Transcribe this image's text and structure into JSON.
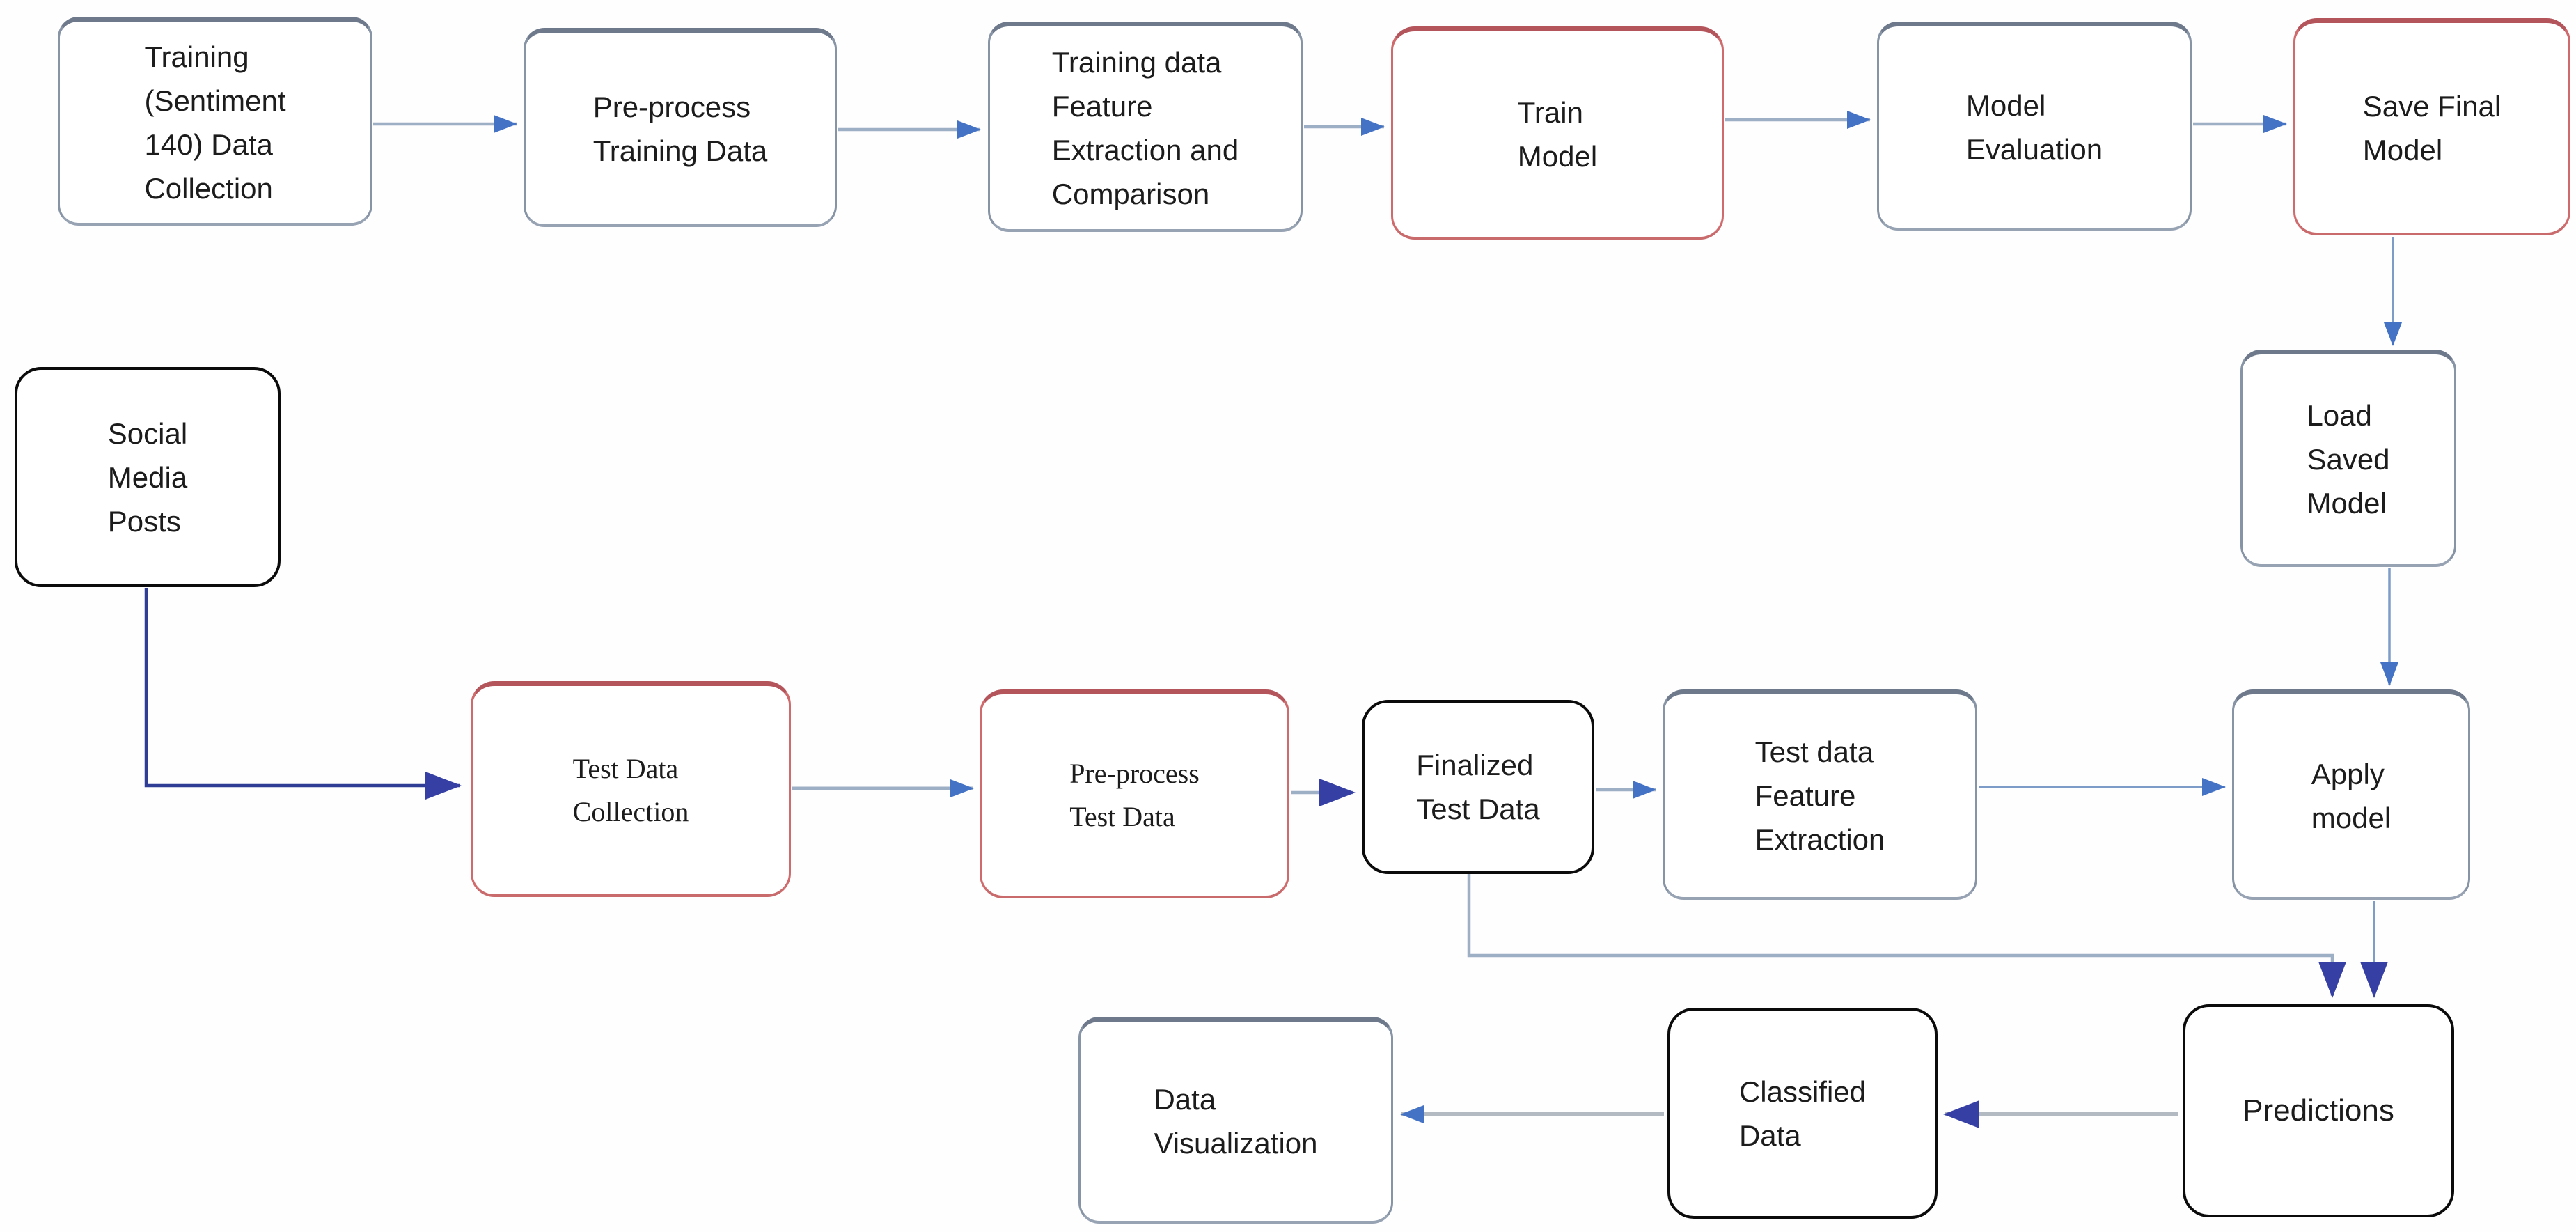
{
  "diagram": {
    "title": "Sentiment analysis machine-learning pipeline flowchart",
    "palette": {
      "blue_box_border": "#8794a6",
      "red_box_border": "#d06b6d",
      "black_box_border": "#0b0b0b",
      "steel_line": "#9dafc4",
      "blue_line": "#7e9cc8",
      "gray_line": "#b3bac2",
      "navy_line": "#2f3d94",
      "arrowhead_blue": "#4472c4",
      "arrowhead_navy": "#3640a4",
      "text": "#1c1c1c"
    },
    "nodes": [
      {
        "id": "training_data_collection",
        "lines": [
          "Training",
          "(Sentiment",
          "140) Data",
          "Collection"
        ],
        "border": "blue"
      },
      {
        "id": "preprocess_training_data",
        "lines": [
          "Pre-process",
          "Training Data"
        ],
        "border": "blue"
      },
      {
        "id": "training_feature_extraction",
        "lines": [
          "Training data",
          "Feature",
          "Extraction and",
          "Comparison"
        ],
        "border": "blue"
      },
      {
        "id": "train_model",
        "lines": [
          "Train",
          "Model"
        ],
        "border": "red"
      },
      {
        "id": "model_evaluation",
        "lines": [
          "Model",
          "Evaluation"
        ],
        "border": "blue"
      },
      {
        "id": "save_final_model",
        "lines": [
          "Save Final",
          "Model"
        ],
        "border": "red"
      },
      {
        "id": "load_saved_model",
        "lines": [
          "Load",
          "Saved",
          "Model"
        ],
        "border": "blue"
      },
      {
        "id": "social_media_posts",
        "lines": [
          "Social",
          "Media",
          "Posts"
        ],
        "border": "black"
      },
      {
        "id": "test_data_collection",
        "lines": [
          "Test Data",
          "Collection"
        ],
        "border": "red"
      },
      {
        "id": "preprocess_test_data",
        "lines": [
          "Pre-process",
          "Test Data"
        ],
        "border": "red"
      },
      {
        "id": "finalized_test_data",
        "lines": [
          "Finalized",
          "Test Data"
        ],
        "border": "black"
      },
      {
        "id": "test_feature_extraction",
        "lines": [
          "Test data",
          "Feature",
          "Extraction"
        ],
        "border": "blue"
      },
      {
        "id": "apply_model",
        "lines": [
          "Apply",
          "model"
        ],
        "border": "blue"
      },
      {
        "id": "predictions",
        "lines": [
          "Predictions"
        ],
        "border": "black"
      },
      {
        "id": "classified_data",
        "lines": [
          "Classified",
          "Data"
        ],
        "border": "black"
      },
      {
        "id": "data_visualization",
        "lines": [
          "Data",
          "Visualization"
        ],
        "border": "blue"
      }
    ],
    "edges": [
      {
        "from": "training_data_collection",
        "to": "preprocess_training_data"
      },
      {
        "from": "preprocess_training_data",
        "to": "training_feature_extraction"
      },
      {
        "from": "training_feature_extraction",
        "to": "train_model"
      },
      {
        "from": "train_model",
        "to": "model_evaluation"
      },
      {
        "from": "model_evaluation",
        "to": "save_final_model"
      },
      {
        "from": "save_final_model",
        "to": "load_saved_model"
      },
      {
        "from": "load_saved_model",
        "to": "apply_model"
      },
      {
        "from": "social_media_posts",
        "to": "test_data_collection"
      },
      {
        "from": "test_data_collection",
        "to": "preprocess_test_data"
      },
      {
        "from": "preprocess_test_data",
        "to": "finalized_test_data"
      },
      {
        "from": "finalized_test_data",
        "to": "test_feature_extraction"
      },
      {
        "from": "test_feature_extraction",
        "to": "apply_model"
      },
      {
        "from": "finalized_test_data",
        "to": "predictions"
      },
      {
        "from": "apply_model",
        "to": "predictions"
      },
      {
        "from": "predictions",
        "to": "classified_data"
      },
      {
        "from": "classified_data",
        "to": "data_visualization"
      }
    ]
  }
}
